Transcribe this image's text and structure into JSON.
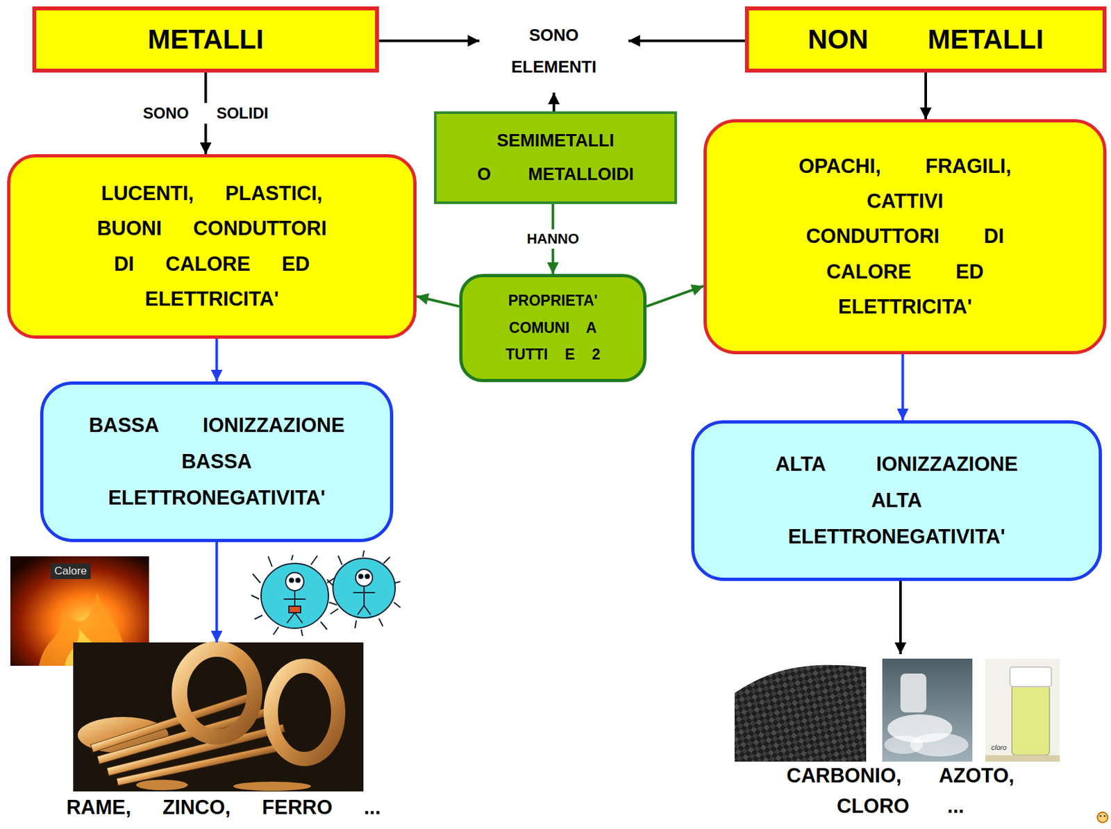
{
  "diagram": {
    "nodes": [
      {
        "text": [
          "METALLI"
        ]
      },
      {
        "text": [
          "SONO ELEMENTI"
        ]
      },
      {
        "text": [
          "NON METALLI"
        ]
      },
      {
        "text": [
          "SEMIMETALLI O METALLOIDI"
        ]
      },
      {
        "text": [
          "LUCENTI, PLASTICI, BUONI CONDUTTORI DI CALORE ED ELETTRICITA'"
        ]
      },
      {
        "text": [
          "OPACHI, FRAGILI, CATTIVI CONDUTTORI DI CALORE ED ELETTRICITA'"
        ]
      },
      {
        "text": [
          "PROPRIETA' COMUNI A TUTTI E 2"
        ]
      },
      {
        "text": [
          "BASSA IONIZZAZIONE BASSA ELETTRONEGATIVITA'"
        ]
      },
      {
        "text": [
          "ALTA IONIZZAZIONE ALTA ELETTRONEGATIVITA'"
        ]
      },
      {
        "text": [
          "RAME, ZINCO, FERRO ..."
        ]
      },
      {
        "text": [
          "CARBONIO, AZOTO, CLORO ..."
        ]
      }
    ],
    "edges": [
      {
        "from": 0,
        "to": 1,
        "arrow": "to"
      },
      {
        "from": 2,
        "to": 1,
        "arrow": "to"
      },
      {
        "from": 3,
        "to": 1,
        "arrow": "to"
      },
      {
        "from": 0,
        "to": 4,
        "label": "SONO SOLIDI",
        "arrow": "to"
      },
      {
        "from": 2,
        "to": 5,
        "arrow": "to"
      },
      {
        "from": 3,
        "to": 6,
        "label": "HANNO",
        "arrow": "to"
      },
      {
        "from": 6,
        "to": 4,
        "arrow": "to"
      },
      {
        "from": 6,
        "to": 5,
        "arrow": "to"
      },
      {
        "from": 4,
        "to": 7,
        "arrow": "to"
      },
      {
        "from": 5,
        "to": 8,
        "arrow": "to"
      },
      {
        "from": 7,
        "to": 9,
        "arrow": "to"
      },
      {
        "from": 8,
        "to": 10,
        "arrow": "to"
      }
    ],
    "labels": [
      "Calore",
      "cloro"
    ]
  }
}
